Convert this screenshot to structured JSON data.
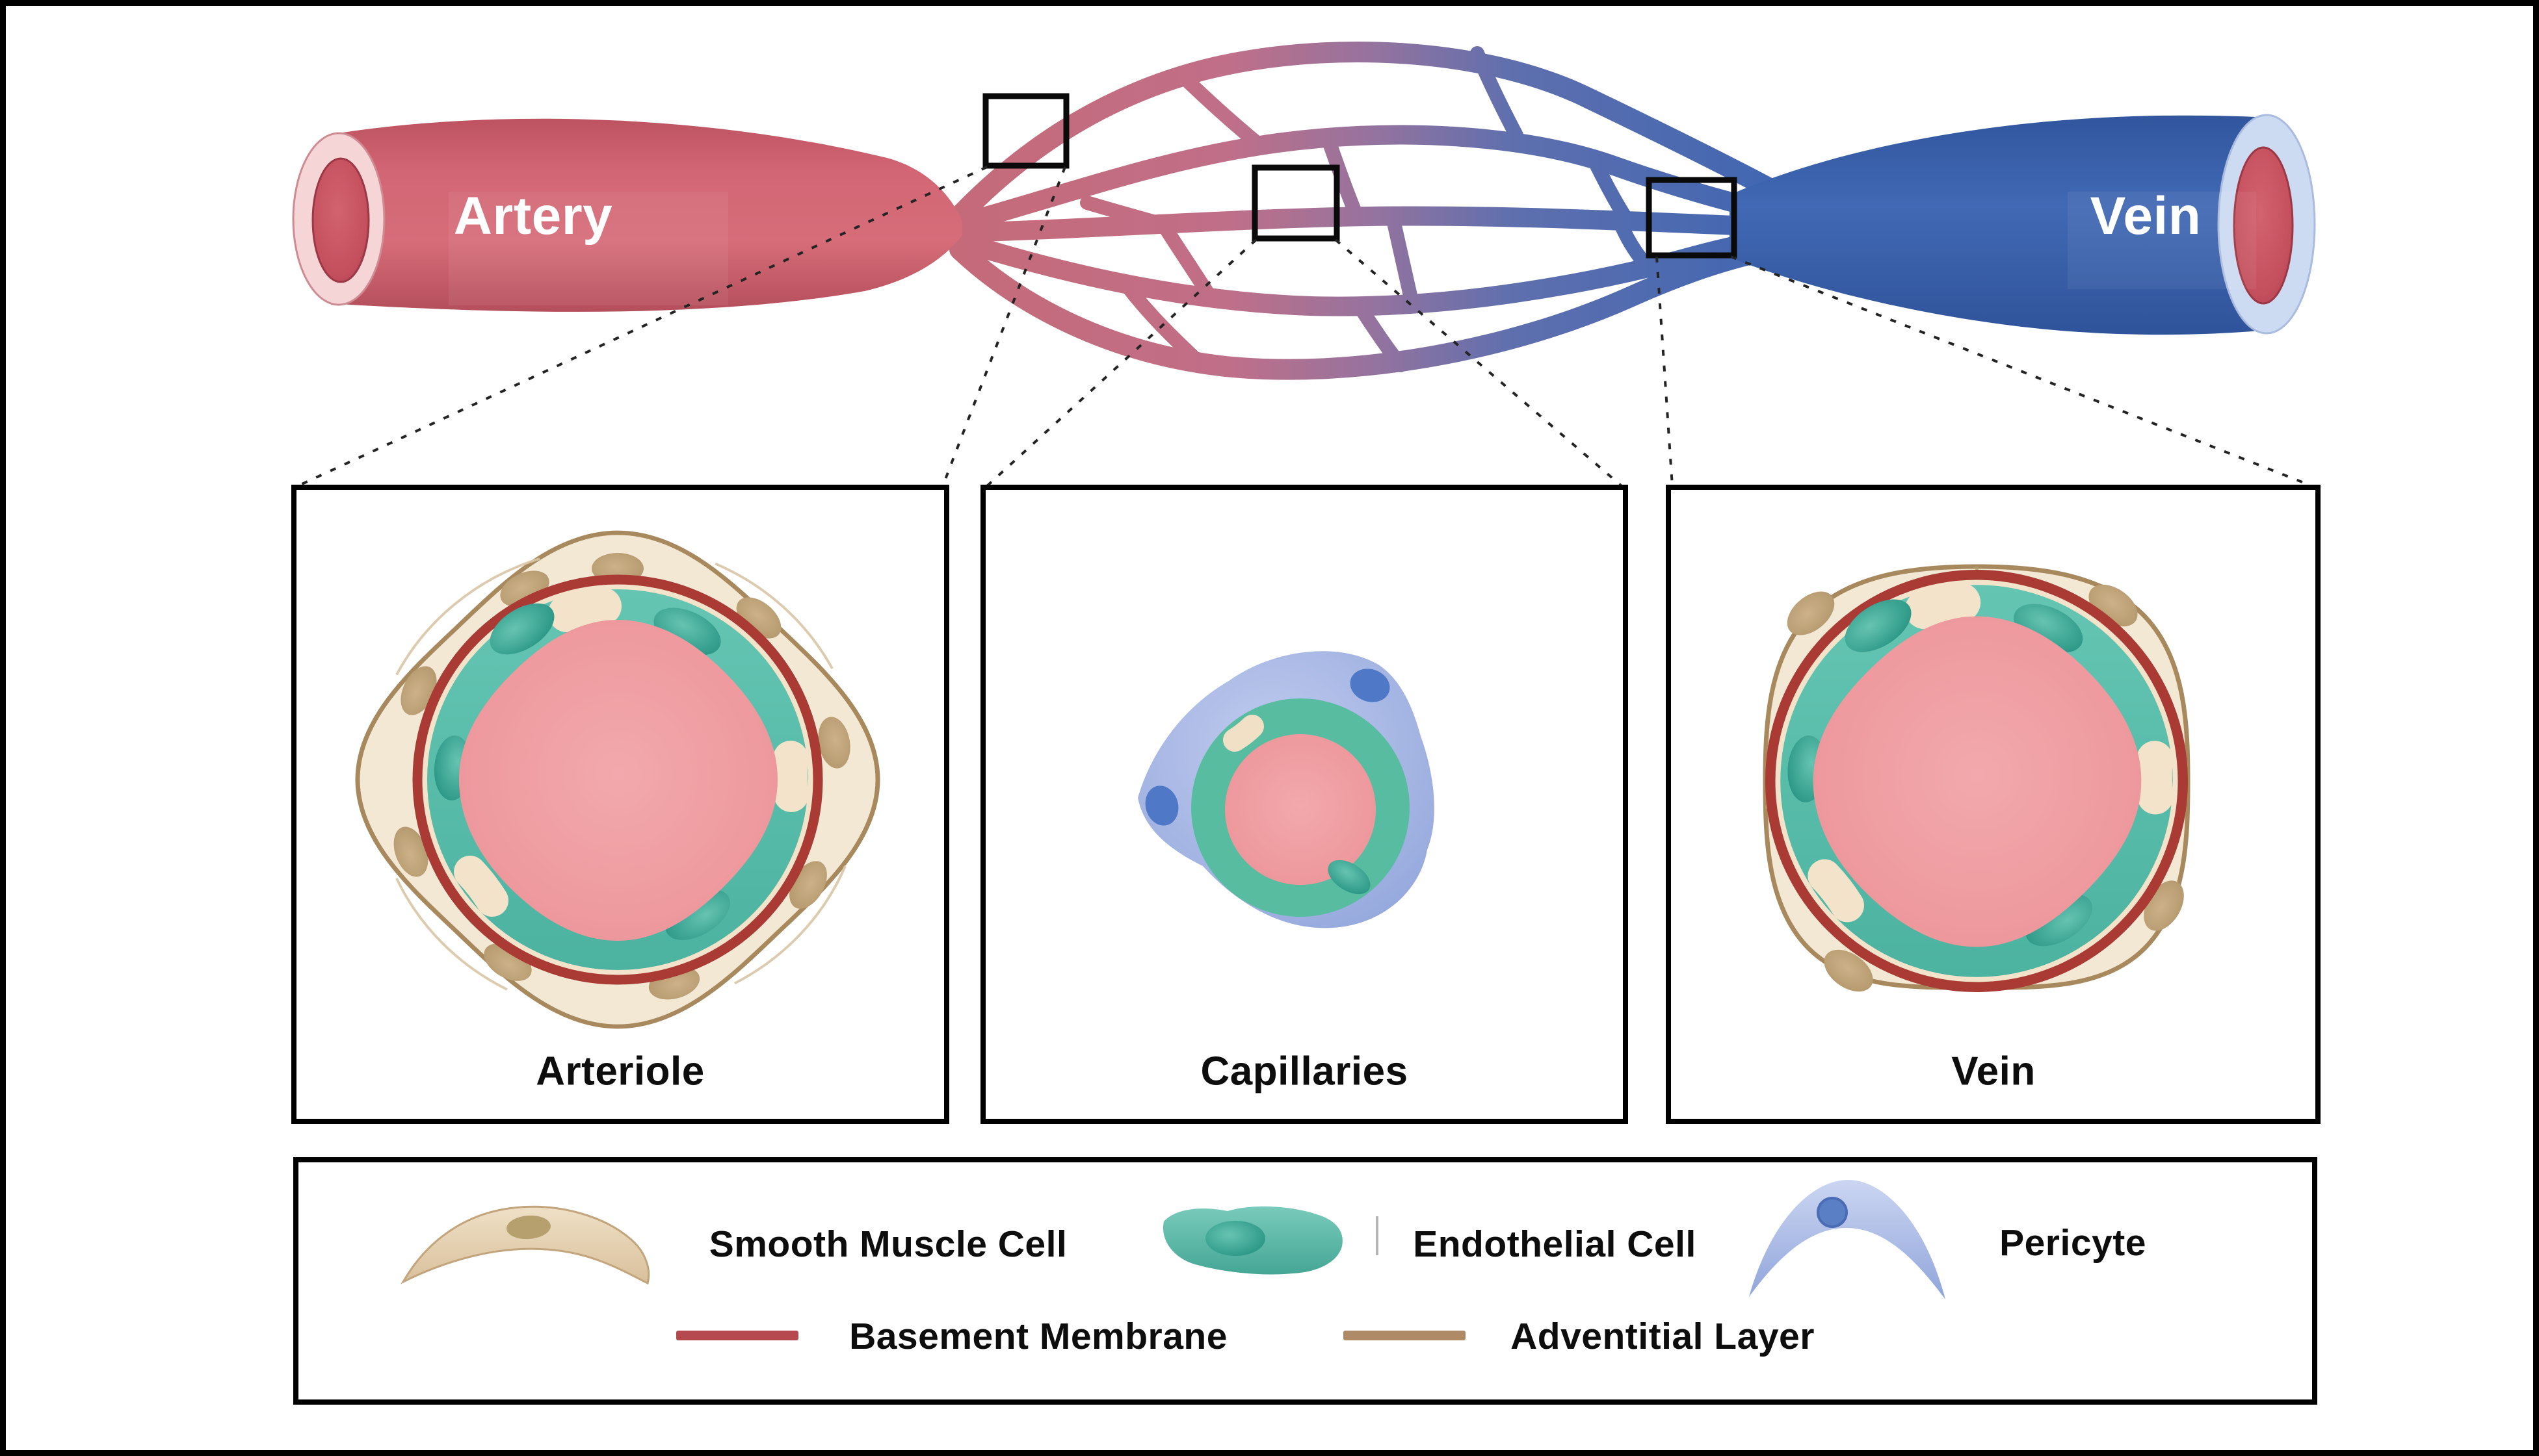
{
  "vessel_diagram": {
    "artery_label": "Artery",
    "vein_label": "Vein"
  },
  "sections": [
    {
      "label": "Arteriole"
    },
    {
      "label": "Capillaries"
    },
    {
      "label": "Vein"
    }
  ],
  "legend": {
    "row1": [
      {
        "label": "Smooth Muscle Cell",
        "icon": "smooth-muscle-cell-icon"
      },
      {
        "label": "Endothelial Cell",
        "icon": "endothelial-cell-icon"
      },
      {
        "label": "Pericyte",
        "icon": "pericyte-icon"
      }
    ],
    "row2": [
      {
        "label": "Basement Membrane",
        "icon": "basement-membrane-line"
      },
      {
        "label": "Adventitial Layer",
        "icon": "adventitial-layer-line"
      }
    ]
  },
  "colors": {
    "artery_red": "#d26370",
    "vein_blue": "#3f68b2",
    "capillary_transition_purple": "#8f75a4",
    "smooth_muscle_tan": "#f3e8d4",
    "smooth_muscle_outline": "#a8895e",
    "endothelial_teal": "#5dc0ae",
    "pericyte_lavender": "#a9b9e6",
    "basement_membrane_red": "#b5494f",
    "adventitial_brown": "#ae8a67",
    "lumen_pink": "#eb989c"
  }
}
